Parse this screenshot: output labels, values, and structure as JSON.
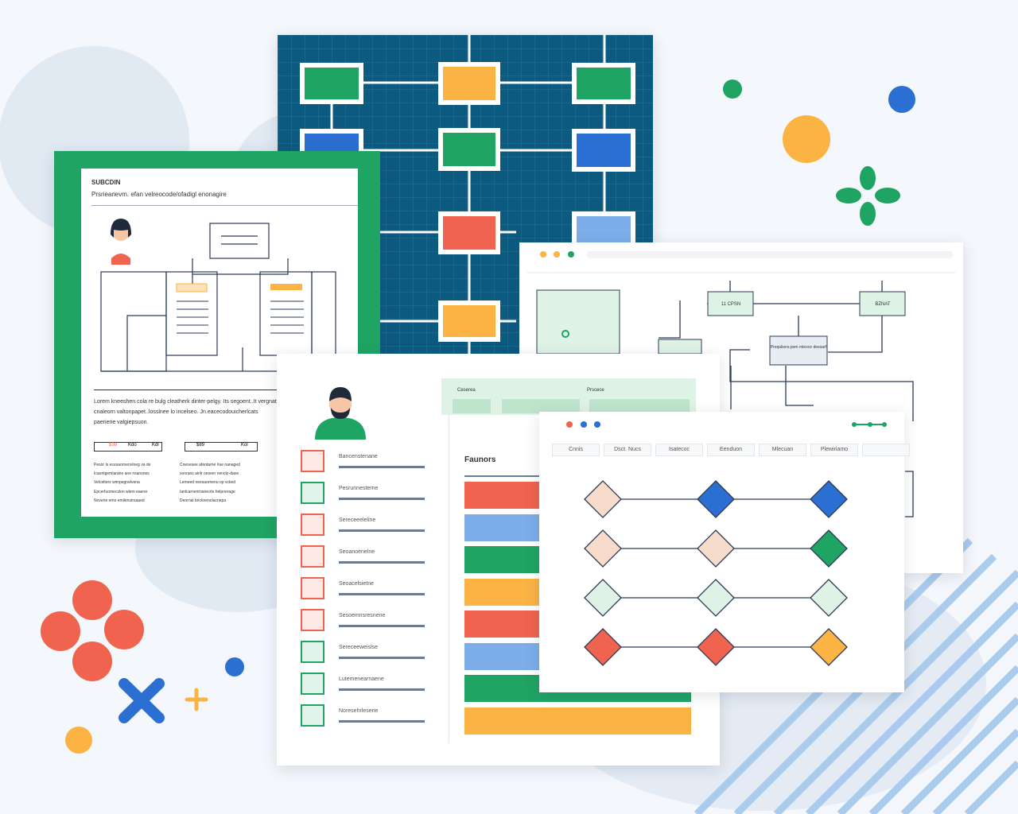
{
  "doc_card": {
    "title": "SUBCDIN",
    "subtitle": "Prsrieanevm. efan velreocode/ofadigl enonagire",
    "paragraph": [
      "Lorem kneeshen cola re bulg cleatherk dinter-pelgy. Its segoent..It vergnat",
      "cnaleorn valtonpapet..losslnee lo incelseo. Jn.eacecodouicherlcats",
      "paerierie valgiepsuon."
    ],
    "field_labels": [
      [
        "$38",
        "Kdo",
        "Kdl"
      ],
      [
        "$89",
        "Kol"
      ]
    ],
    "notes": [
      [
        "Pesor Is ecesaornenvlneg va de",
        "Icaontgemlarane ane nsansnes",
        "Velcelters wimpegnelvena"
      ],
      [
        "Cneoesee afentarne #ue nanaged",
        "soorans ainlr oeseer nenckr-dave",
        "Lemeed neesaornenu op vcked"
      ],
      [
        "Epcerfuomecslon wlem eaerer",
        "Noverie emo emilenstrsaaed"
      ],
      [
        "Ianlcarnenrnarecrte helpnerage",
        "Deornal bncknenolacnepa"
      ]
    ]
  },
  "list_card": {
    "header_labels": [
      "Ceserea",
      "Prscece"
    ],
    "chart_title": "Faunors",
    "items": [
      "Bancenstenane",
      "Pesrunnesterne",
      "Sereceeeleline",
      "Seoanoenelne",
      "Seoacelsietne",
      "Sesoemnsresnene",
      "Sereceeweislse",
      "Lutemenearnaene",
      "Noresehrlesene"
    ],
    "item_colors": [
      "#f0634e",
      "#1fa463",
      "#f0634e",
      "#f0634e",
      "#f0634e",
      "#f0634e",
      "#1fa463",
      "#1fa463",
      "#1fa463"
    ],
    "bar_colors": [
      "#f0634e",
      "#7daee9",
      "#1fa463",
      "#fbb344",
      "#f0634e",
      "#7daee9",
      "#1fa463",
      "#fbb344"
    ]
  },
  "flow_card": {
    "tabs": [
      "Cnnis",
      "Dsct. Nucs",
      "Isatecoc",
      "Eenduon",
      "Mlecuan",
      "Plewiriamo",
      ""
    ]
  },
  "browser_card": {
    "nodes": [
      "11 CPSN",
      "BZNAT",
      "Prequlions.pom mleoce deesarf"
    ]
  },
  "colors": {
    "green": "#1fa463",
    "navy": "#0d5a80",
    "orange": "#fbb344",
    "red": "#f0634e",
    "blue": "#2a6fd1",
    "lightblue": "#7daee9"
  }
}
